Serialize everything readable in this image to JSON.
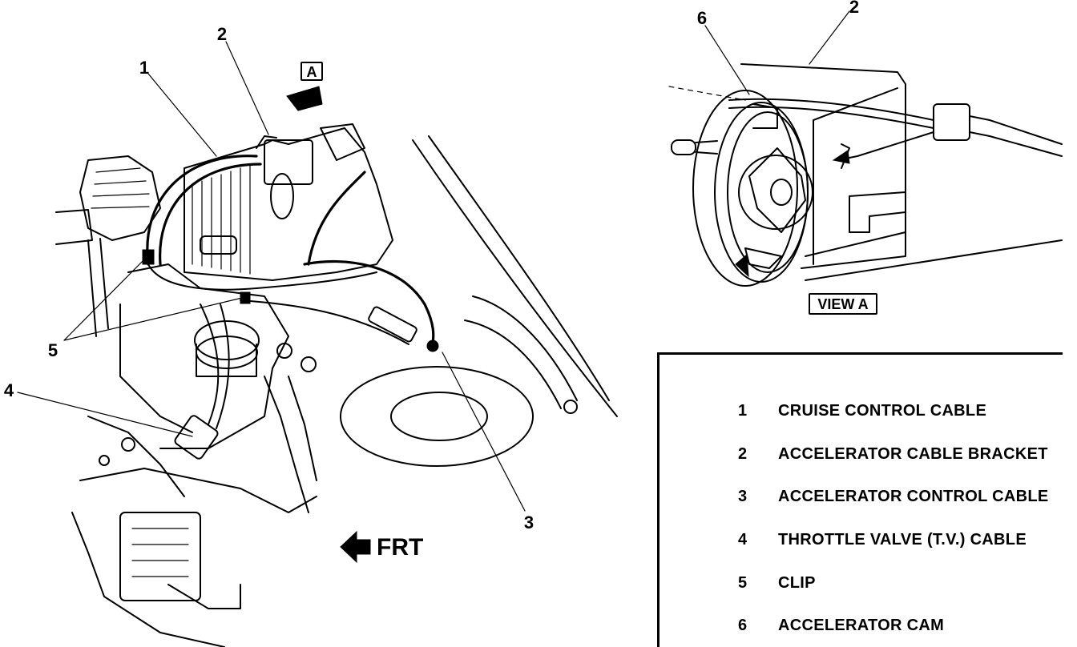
{
  "callouts": {
    "c1": "1",
    "c2": "2",
    "c3": "3",
    "c4": "4",
    "c5": "5",
    "c6": "6",
    "c2_view": "2"
  },
  "view_marker": "A",
  "view_label": "VIEW A",
  "front_label": "FRT",
  "legend": {
    "items": [
      {
        "num": "1",
        "label": "CRUISE CONTROL CABLE"
      },
      {
        "num": "2",
        "label": "ACCELERATOR CABLE BRACKET"
      },
      {
        "num": "3",
        "label": "ACCELERATOR CONTROL CABLE"
      },
      {
        "num": "4",
        "label": "THROTTLE VALVE (T.V.) CABLE"
      },
      {
        "num": "5",
        "label": "CLIP"
      },
      {
        "num": "6",
        "label": "ACCELERATOR CAM"
      }
    ]
  }
}
